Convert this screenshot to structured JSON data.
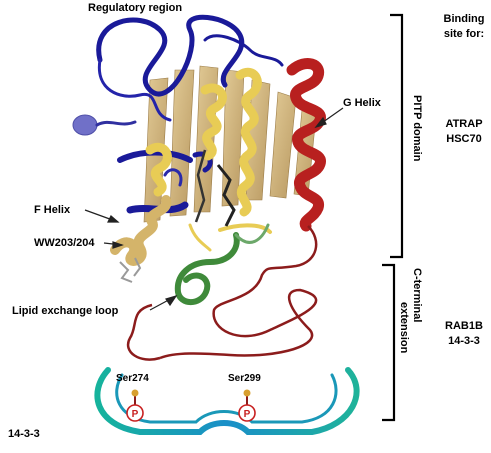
{
  "labels": {
    "regulatory_region": "Regulatory region",
    "g_helix": "G Helix",
    "f_helix": "F Helix",
    "ww_motif": "WW203/204",
    "lipid_loop": "Lipid exchange loop",
    "ser274": "Ser274",
    "ser299": "Ser299",
    "phospho": "P",
    "partner_1433": "14-3-3"
  },
  "binding_header": {
    "line1": "Binding",
    "line2": "site for:"
  },
  "domains": {
    "pitp": "PITP domain",
    "cterm_line1": "C-terminal",
    "cterm_line2": "extension"
  },
  "binding_partners": {
    "pitp_line1": "ATRAP",
    "pitp_line2": "HSC70",
    "cterm_line1": "RAB1B",
    "cterm_line2": "14-3-3"
  },
  "colors": {
    "regulatory_blue": "#1a1a99",
    "sheet_tan": "#c8ad78",
    "helix_yellow": "#e8cc55",
    "g_helix_red": "#b8201f",
    "cterm_darkred": "#8c1c1c",
    "lipid_green": "#3f8a3a",
    "dimer_teal": "#1bb0a0",
    "phospho_red": "#c82020"
  }
}
